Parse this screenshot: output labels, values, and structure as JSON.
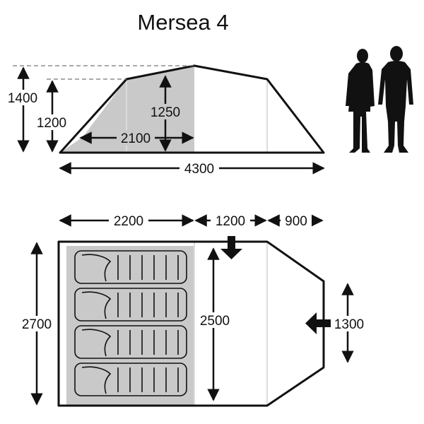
{
  "title": "Mersea 4",
  "side_view": {
    "total_height": "1400",
    "porch_height": "1200",
    "inner_height": "1250",
    "inner_length": "2100",
    "total_length": "4300"
  },
  "floor_plan": {
    "bedroom_length": "2200",
    "porch_length": "1200",
    "canopy_length": "900",
    "total_width": "2700",
    "bedroom_width": "2500",
    "door_width": "1300",
    "sleeping_bags": 4
  },
  "colors": {
    "bedroom_fill": "#c9c9c9",
    "outline": "#111111",
    "divider": "#dcdcdc"
  }
}
